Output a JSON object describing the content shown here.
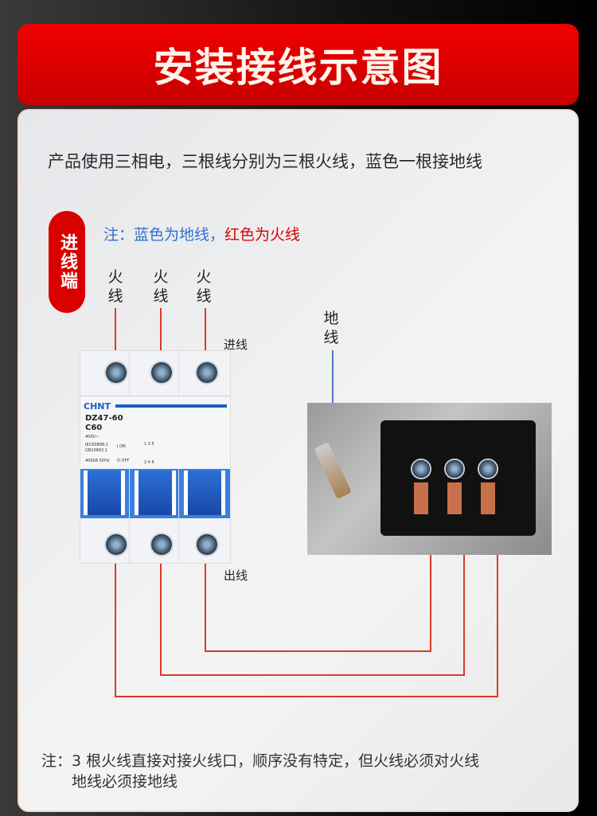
{
  "header": {
    "title": "安装接线示意图"
  },
  "subtitle": "产品使用三相电，三根线分别为三根火线，蓝色一根接地线",
  "badge": "进线端",
  "note": {
    "prefix": "注：",
    "blue": "蓝色为地线，",
    "red": "红色为火线"
  },
  "labels": {
    "live": "火线",
    "ground": "地线",
    "in": "进线",
    "out": "出线"
  },
  "breaker": {
    "brand": "CHNT",
    "model": "DZ47-60",
    "rating": "C60",
    "voltage": "400V~",
    "std1": "IEC60898-1",
    "std2": "GB10963.1",
    "on": "I ON",
    "off": "O OFF",
    "spec": "4000A 50Hz",
    "top_terms": "1  3  5",
    "bottom_terms": "2  4  6"
  },
  "footer": {
    "line1": "注：3 根火线直接对接火线口，顺序没有特定，但火线必须对火线",
    "line2": "地线必须接地线"
  },
  "colors": {
    "red": "#d90000",
    "blue": "#2f6fd0",
    "wire_red": "#d93a2a",
    "wire_blue": "#4a78c8"
  }
}
